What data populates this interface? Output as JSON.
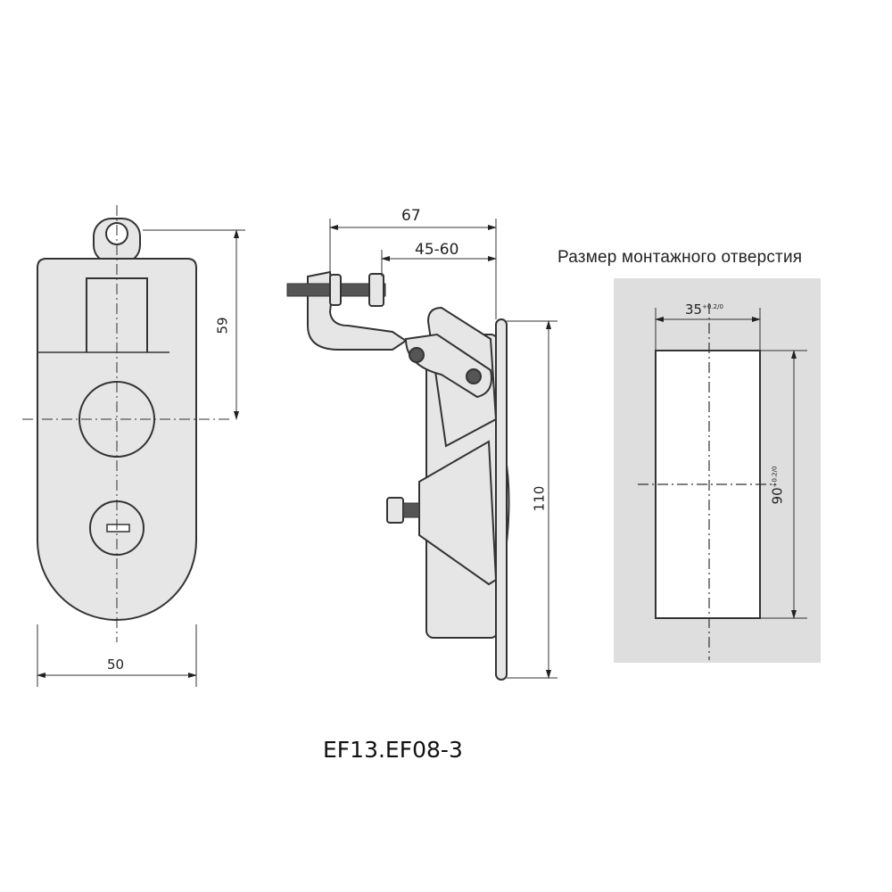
{
  "mounting_hole": {
    "title": "Размер монтажного отверстия",
    "width_label": "35",
    "width_tol": "+0.2/0",
    "height_label": "90",
    "height_tol": "+0.2/0"
  },
  "front_view": {
    "height_label": "59",
    "width_label": "50"
  },
  "side_view": {
    "depth_label": "67",
    "range_label": "45-60",
    "height_label": "110"
  },
  "caption": "EF13.EF08-3",
  "colors": {
    "fill": "#e6e6e6",
    "line": "#333333",
    "panel": "#dedede"
  }
}
